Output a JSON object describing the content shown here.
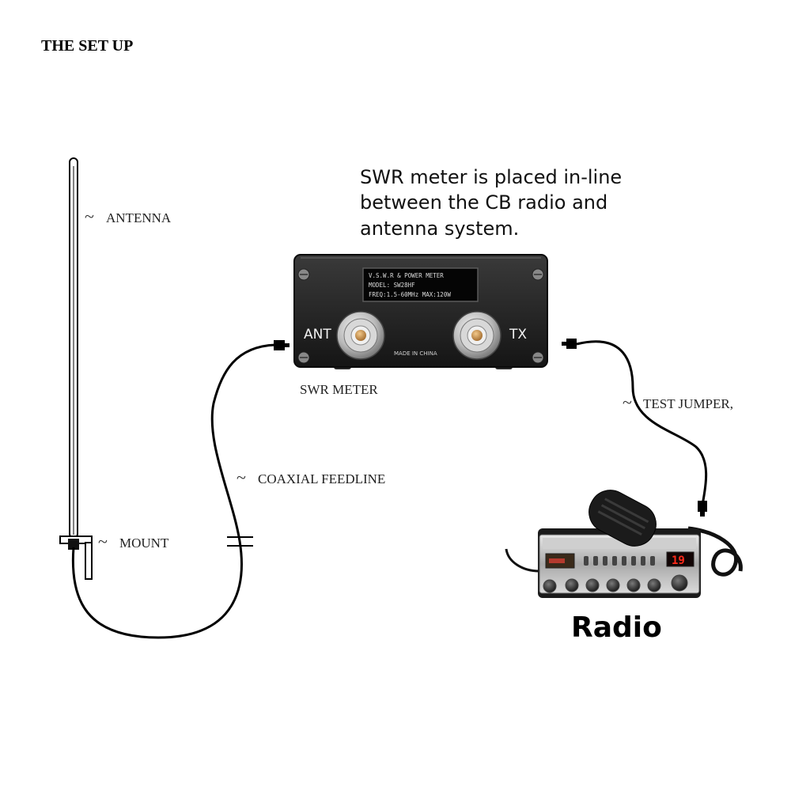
{
  "header": {
    "title": "THE SET UP"
  },
  "caption": {
    "lines": [
      "SWR meter is placed in-line",
      "between the CB radio and",
      "antenna system."
    ]
  },
  "labels": {
    "antenna": "ANTENNA",
    "mount": "MOUNT",
    "coax": "COAXIAL FEEDLINE",
    "swr_meter": "SWR METER",
    "test_jumper": "TEST JUMPER,",
    "radio": "Radio",
    "tilde": "~"
  },
  "meter": {
    "screen_lines": [
      "V.S.W.R & POWER METER",
      "MODEL: SW28HF",
      "FREQ:1.5-60MHz   MAX:120W"
    ],
    "port_left": "ANT",
    "port_right": "TX",
    "made_in": "MADE IN CHINA"
  },
  "radio_unit": {
    "channel": "19"
  }
}
